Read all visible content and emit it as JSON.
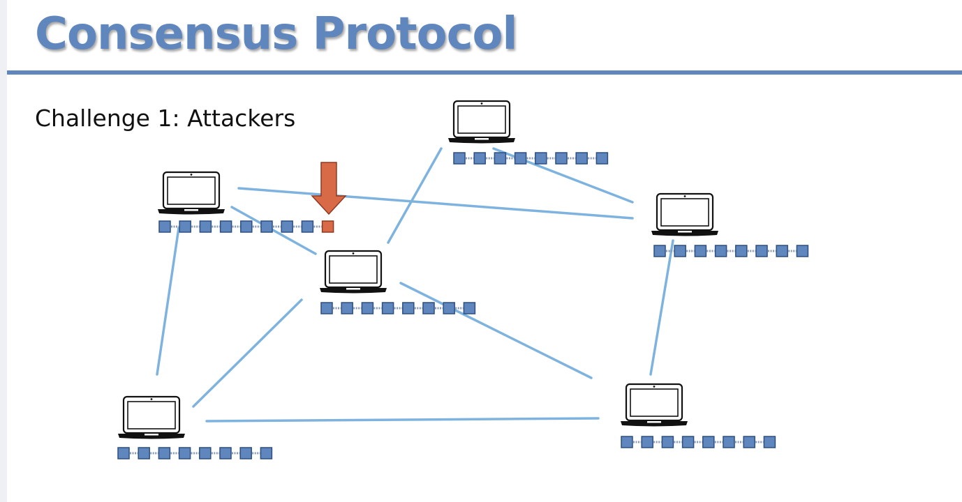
{
  "slide": {
    "title": "Consensus Protocol",
    "subtitle": "Challenge 1: Attackers"
  },
  "colors": {
    "title": "#5f86bd",
    "rule": "#5f86bd",
    "connection": "#7eb3df",
    "block": "#5f86bd",
    "attacker_block": "#d96a47",
    "attack_arrow": "#d96a47"
  },
  "nodes": [
    {
      "id": "top-center",
      "icon": "laptop-icon",
      "blocks": 8
    },
    {
      "id": "upper-left",
      "icon": "laptop-icon",
      "blocks": 8,
      "attacker_blocks": 1
    },
    {
      "id": "right",
      "icon": "laptop-icon",
      "blocks": 8
    },
    {
      "id": "center",
      "icon": "laptop-icon",
      "blocks": 8
    },
    {
      "id": "lower-left",
      "icon": "laptop-icon",
      "blocks": 8
    },
    {
      "id": "lower-right",
      "icon": "laptop-icon",
      "blocks": 8
    }
  ],
  "edges": [
    [
      "upper-left",
      "right"
    ],
    [
      "upper-left",
      "center"
    ],
    [
      "upper-left",
      "lower-left"
    ],
    [
      "top-center",
      "center"
    ],
    [
      "top-center",
      "right"
    ],
    [
      "center",
      "lower-left"
    ],
    [
      "center",
      "lower-right"
    ],
    [
      "lower-left",
      "lower-right"
    ],
    [
      "right",
      "lower-right"
    ]
  ],
  "attack_arrow_icon": "down-arrow-icon"
}
